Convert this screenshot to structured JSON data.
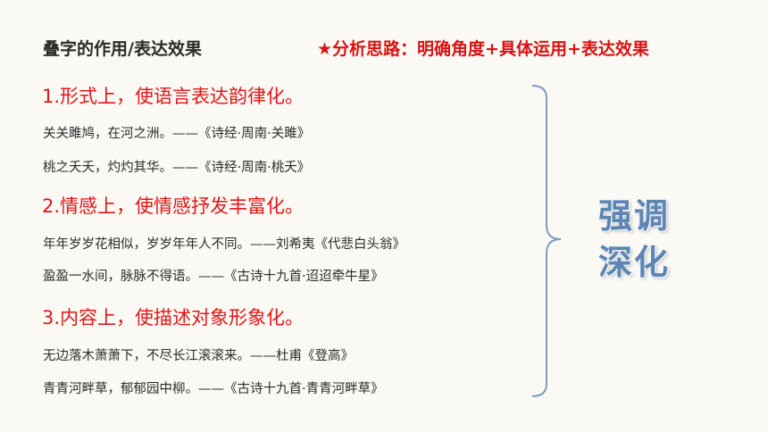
{
  "header": {
    "title": "叠字的作用/表达效果",
    "analysis": "★分析思路：明确角度+具体运用+表达效果"
  },
  "points": [
    {
      "heading": "1.形式上，使语言表达韵律化。",
      "quotes": [
        "关关雎鸠，在河之洲。——《诗经·周南·关雎》",
        "桃之夭夭，灼灼其华。——《诗经·周南·桃夭》"
      ]
    },
    {
      "heading": "2.情感上，使情感抒发丰富化。",
      "quotes": [
        "年年岁岁花相似，岁岁年年人不同。——刘希夷《代悲白头翁》",
        "盈盈一水间，脉脉不得语。——《古诗十九首·迢迢牵牛星》"
      ]
    },
    {
      "heading": "3.内容上，使描述对象形象化。",
      "quotes": [
        "无边落木萧萧下，不尽长江滚滚来。——杜甫《登高》",
        "青青河畔草，郁郁园中柳。——《古诗十九首·青青河畔草》"
      ]
    }
  ],
  "result": {
    "line1": "强调",
    "line2": "深化"
  },
  "colors": {
    "accent_red": "#e01818",
    "result_blue": "#5d86b5",
    "brace_blue": "#7f9bc4"
  }
}
